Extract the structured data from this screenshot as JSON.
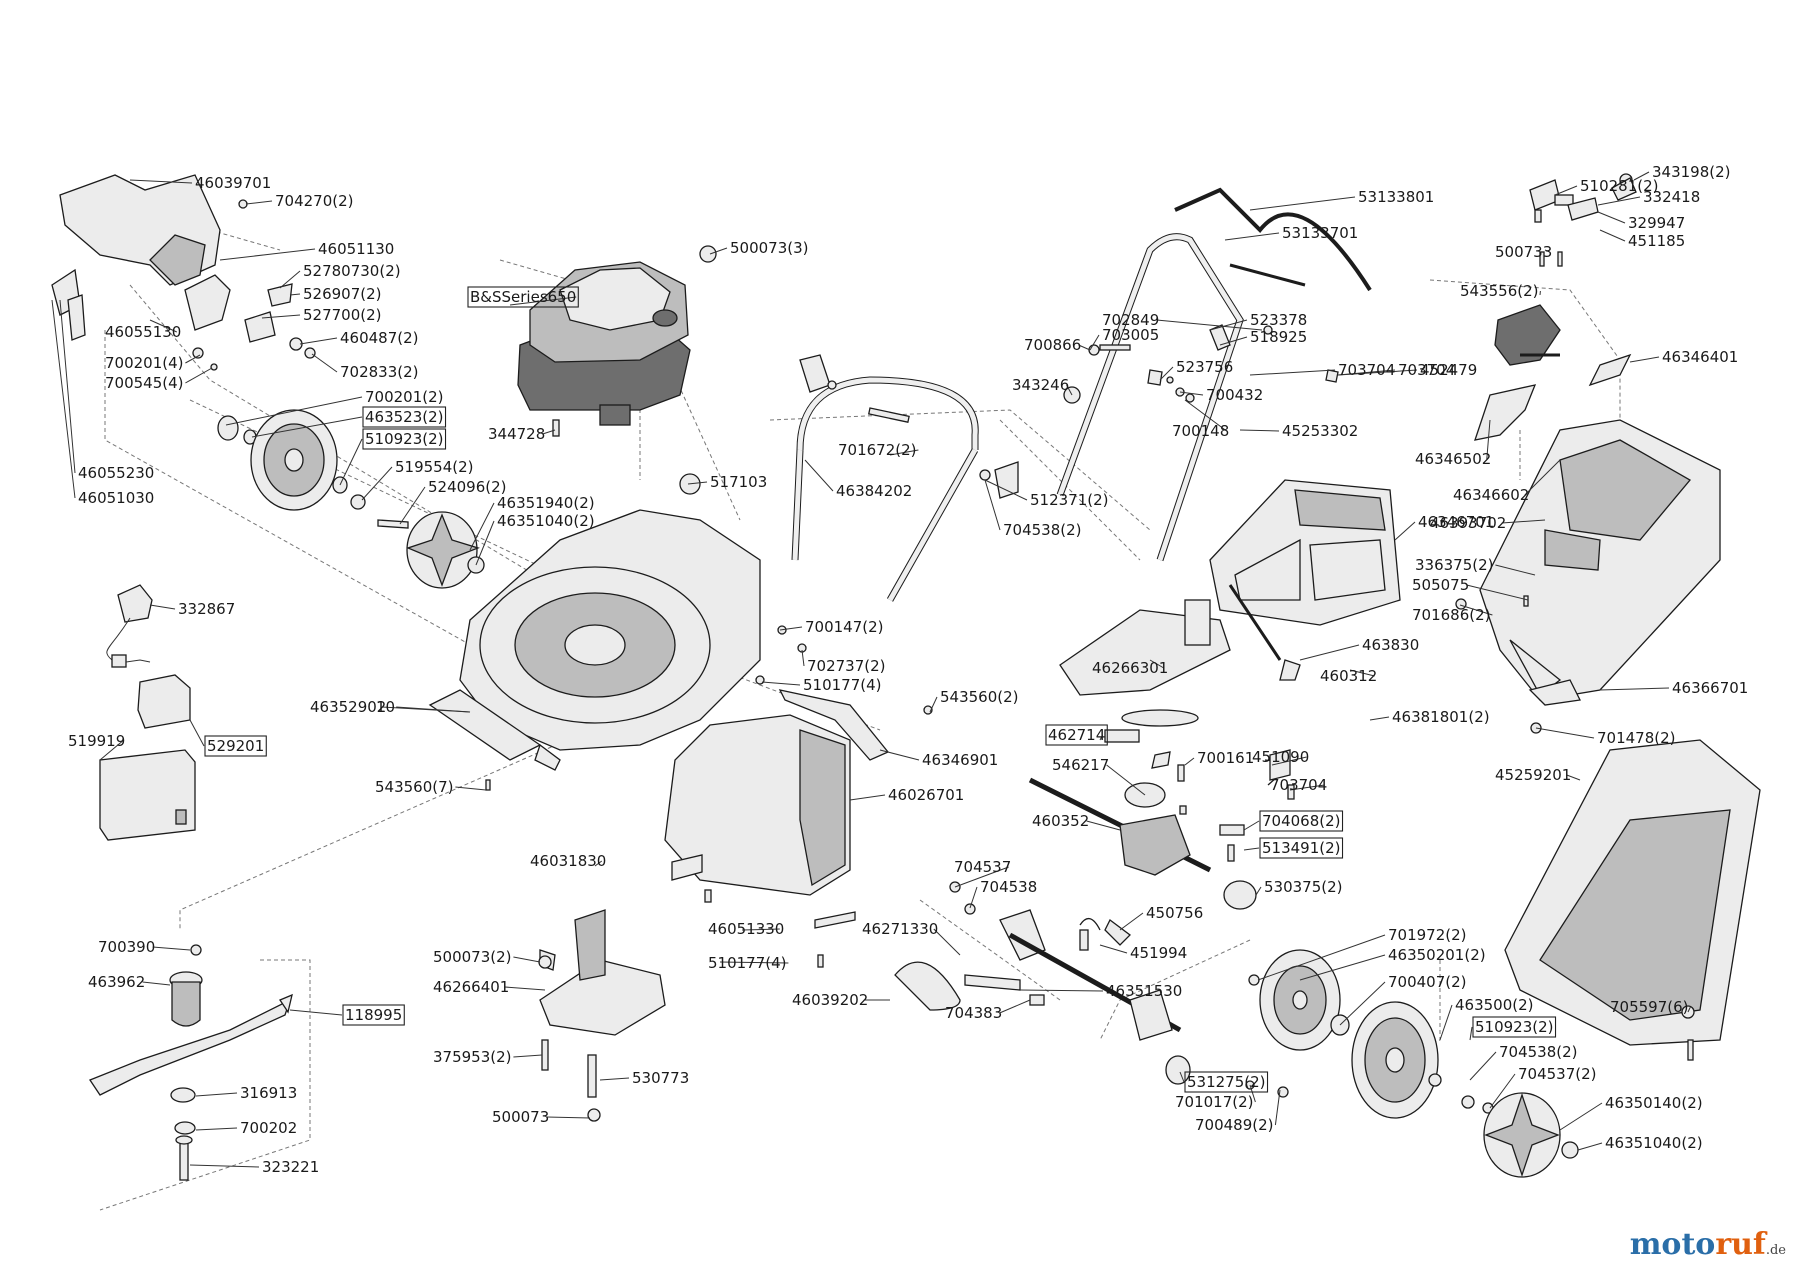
{
  "brand": {
    "name_a": "moto",
    "name_b": "ruf",
    "tld": ".de",
    "color_a": "#2a6ea8",
    "color_b": "#e0600f"
  },
  "labels": [
    "46039701",
    "704270(2)",
    "46051130",
    "52780730(2)",
    "526907(2)",
    "527700(2)",
    "460487(2)",
    "702833(2)",
    "46055130",
    "700201(4)",
    "700545(4)",
    "700201(2)",
    "463523(2)",
    "510923(2)",
    "46055230",
    "46051030",
    "519554(2)",
    "524096(2)",
    "46351940(2)",
    "46351040(2)",
    "500073(3)",
    "B&SSeries650",
    "344728",
    "517103",
    "332867",
    "529201",
    "519919",
    "46352902",
    "10",
    "700147(2)",
    "702737(2)",
    "510177(4)",
    "543560(2)",
    "543560(7)",
    "46346901",
    "46026701",
    "46031830",
    "46051330",
    "510177(4)",
    "46271330",
    "704537",
    "704538",
    "46039202",
    "704383",
    "700390",
    "463962",
    "118995",
    "316913",
    "700202",
    "323221",
    "500073(2)",
    "46266401",
    "375953(2)",
    "530773",
    "500073",
    "46384202",
    "701672(2)",
    "512371(2)",
    "704538(2)",
    "343246",
    "700866",
    "53133801",
    "53133701",
    "702849",
    "703005",
    "523378",
    "518925",
    "523756",
    "700432",
    "700148",
    "45253302",
    "703704",
    "703704",
    "452479",
    "46346701",
    "46266301",
    "462714",
    "546217",
    "700161",
    "451090",
    "703704",
    "460352",
    "704068(2)",
    "513491(2)",
    "530375(2)",
    "450756",
    "451994",
    "463830",
    "460312",
    "46381801(2)",
    "701972(2)",
    "46350201(2)",
    "700407(2)",
    "46351530",
    "531275(2)",
    "701017(2)",
    "700489(2)",
    "463500(2)",
    "510923(2)",
    "704538(2)",
    "704537(2)",
    "46350140(2)",
    "46351040(2)",
    "510281(2)",
    "343198(2)",
    "332418",
    "329947",
    "451185",
    "500733",
    "543556(2)",
    "46346401",
    "46346502",
    "46346602",
    "46393702",
    "336375(2)",
    "505075",
    "701686(2)",
    "46366701",
    "701478(2)",
    "45259201",
    "705597(6)"
  ],
  "boxed_labels": [
    "463523(2)",
    "B&SSeries650",
    "529201",
    "462714",
    "704068(2)",
    "513491(2)",
    "510923(2)",
    "531275(2)",
    "118995"
  ]
}
